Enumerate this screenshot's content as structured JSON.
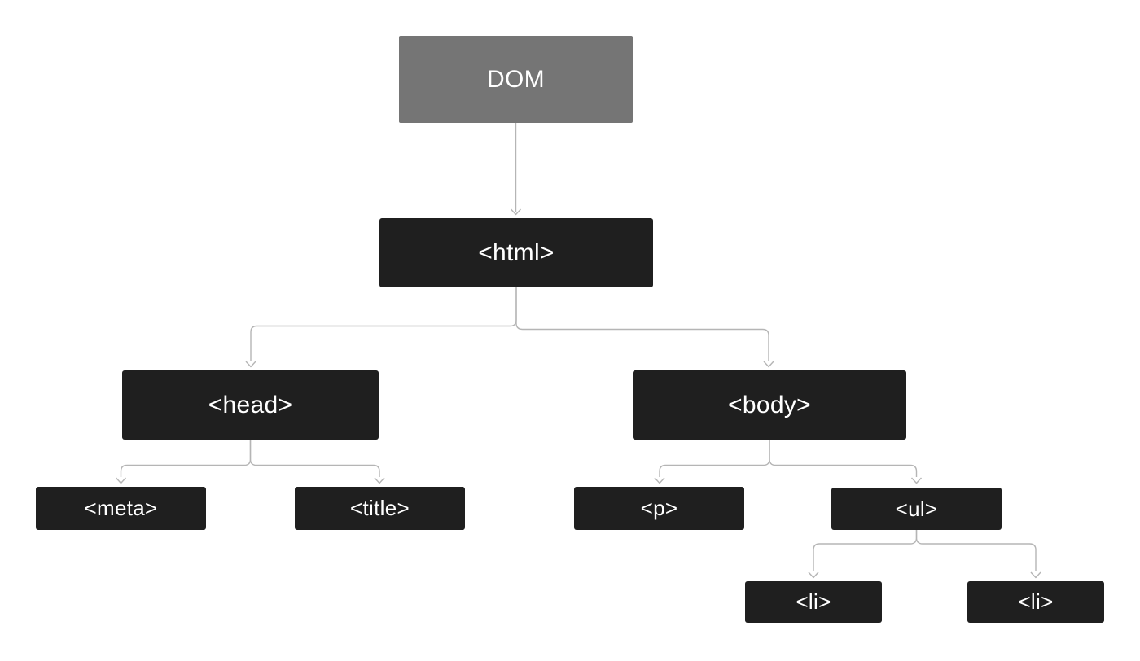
{
  "diagram": {
    "kind": "tree",
    "description": "DOM tree of an HTML document",
    "nodes": {
      "dom": {
        "label": "DOM"
      },
      "html": {
        "label": "<html>"
      },
      "head": {
        "label": "<head>"
      },
      "body": {
        "label": "<body>"
      },
      "meta": {
        "label": "<meta>"
      },
      "title": {
        "label": "<title>"
      },
      "p": {
        "label": "<p>"
      },
      "ul": {
        "label": "<ul>"
      },
      "li1": {
        "label": "<li>"
      },
      "li2": {
        "label": "<li>"
      }
    },
    "edges": [
      {
        "from": "dom",
        "to": "html"
      },
      {
        "from": "html",
        "to": "head"
      },
      {
        "from": "html",
        "to": "body"
      },
      {
        "from": "head",
        "to": "meta"
      },
      {
        "from": "head",
        "to": "title"
      },
      {
        "from": "body",
        "to": "p"
      },
      {
        "from": "body",
        "to": "ul"
      },
      {
        "from": "ul",
        "to": "li1"
      },
      {
        "from": "ul",
        "to": "li2"
      }
    ],
    "colors": {
      "background": "#ffffff",
      "root_node_fill": "#757575",
      "node_fill": "#1f1f1f",
      "node_text": "#ffffff",
      "connector": "#b5b5b5"
    }
  }
}
